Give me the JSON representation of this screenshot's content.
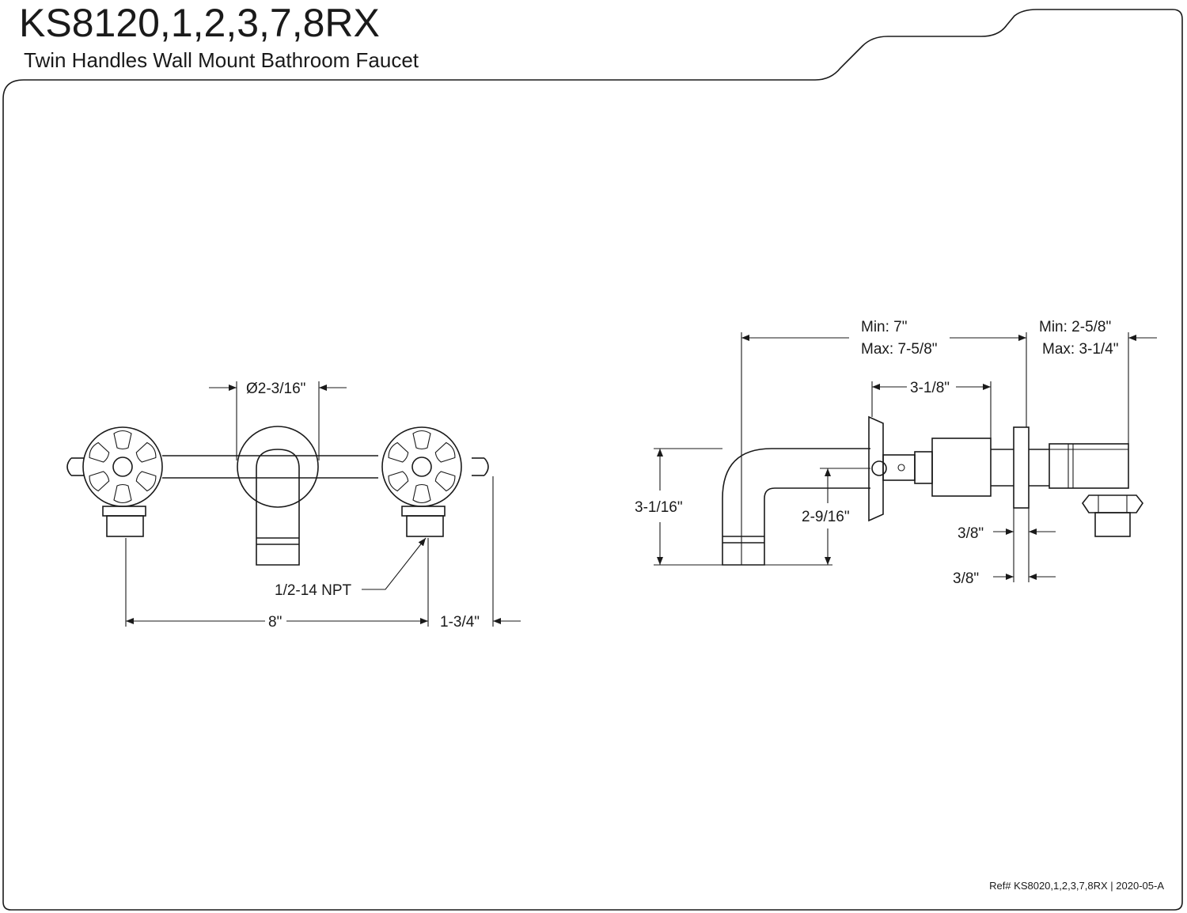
{
  "header": {
    "model": "KS8120,1,2,3,7,8RX",
    "description": "Twin Handles Wall Mount Bathroom Faucet"
  },
  "front_view": {
    "diameter": "Ø2-3/16\"",
    "thread": "1/2-14 NPT",
    "center_spacing": "8\"",
    "handle_offset": "1-3/4\""
  },
  "side_view": {
    "spout_reach_min": "Min: 7\"",
    "spout_reach_max": "Max: 7-5/8\"",
    "wall_min": "Min: 2-5/8\"",
    "wall_max": "Max: 3-1/4\"",
    "handle_depth": "3-1/8\"",
    "spout_height": "3-1/16\"",
    "outlet_height": "2-9/16\"",
    "flange_top": "3/8\"",
    "flange_bottom": "3/8\""
  },
  "footer": {
    "reference": "Ref# KS8020,1,2,3,7,8RX | 2020-05-A"
  }
}
